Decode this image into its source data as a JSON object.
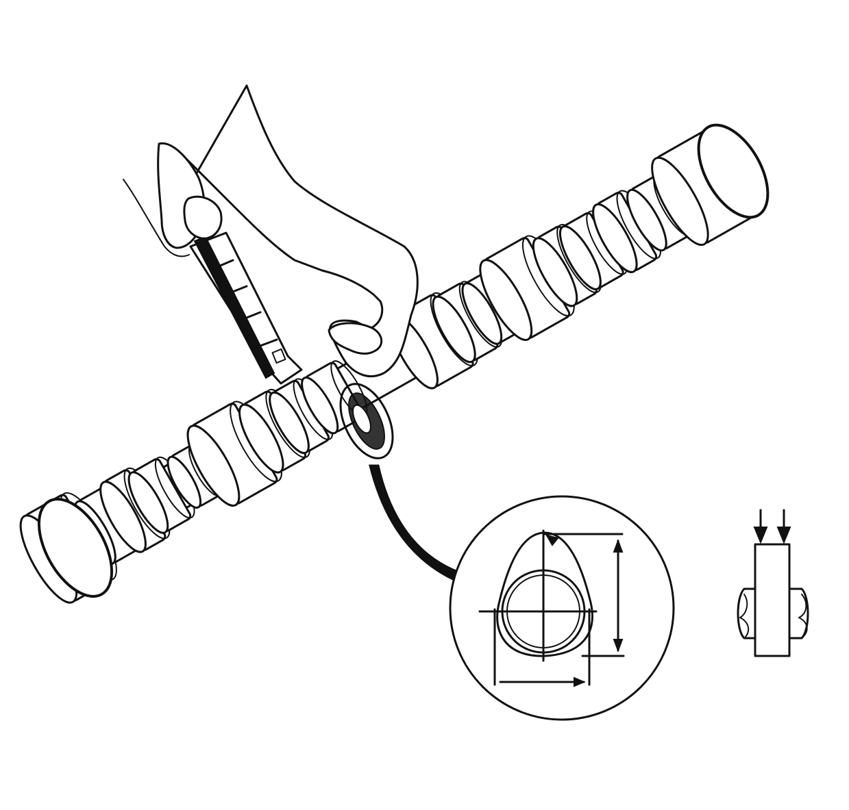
{
  "figure": {
    "subject": "camshaft-lobe-measurement",
    "ink_color": "#111111",
    "background_color": "#ffffff",
    "parts": {
      "camshaft": "camshaft",
      "micrometer": "micrometer",
      "hand": "hand",
      "detail_callout": "cam-lobe-detail",
      "side_view": "lobe-side-view"
    }
  }
}
